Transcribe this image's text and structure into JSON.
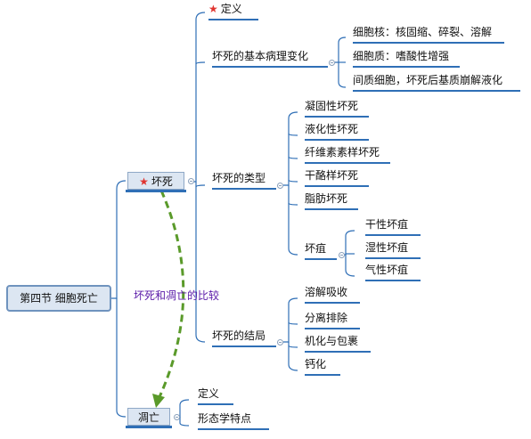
{
  "root": {
    "label": "第四节 细胞死亡"
  },
  "necrosis": {
    "label": "坏死",
    "definition": "定义",
    "pathology": {
      "label": "坏死的基本病理变化",
      "items": [
        "细胞核：核固缩、碎裂、溶解",
        "细胞质：嗜酸性增强",
        "间质细胞，坏死后基质崩解液化"
      ]
    },
    "types": {
      "label": "坏死的类型",
      "items": [
        "凝固性坏死",
        "液化性坏死",
        "纤维素素样坏死",
        "干酪样坏死",
        "脂肪坏死"
      ],
      "gangrene": {
        "label": "坏疽",
        "items": [
          "干性坏疽",
          "湿性坏疽",
          "气性坏疽"
        ]
      }
    },
    "outcome": {
      "label": "坏死的结局",
      "items": [
        "溶解吸收",
        "分离排除",
        "机化与包裹",
        "钙化"
      ]
    }
  },
  "apoptosis": {
    "label": "凋亡",
    "items": [
      "定义",
      "形态学特点"
    ]
  },
  "relation": {
    "label": "坏死和凋亡的比较"
  },
  "colors": {
    "line": "#2f6fb6",
    "node_fill": "#dce6f2",
    "relation": "#5a9a2a",
    "relation_text": "#5a1aa8",
    "star": "#e0342f"
  },
  "icons": {
    "priority_marker": "red-star-icon"
  }
}
